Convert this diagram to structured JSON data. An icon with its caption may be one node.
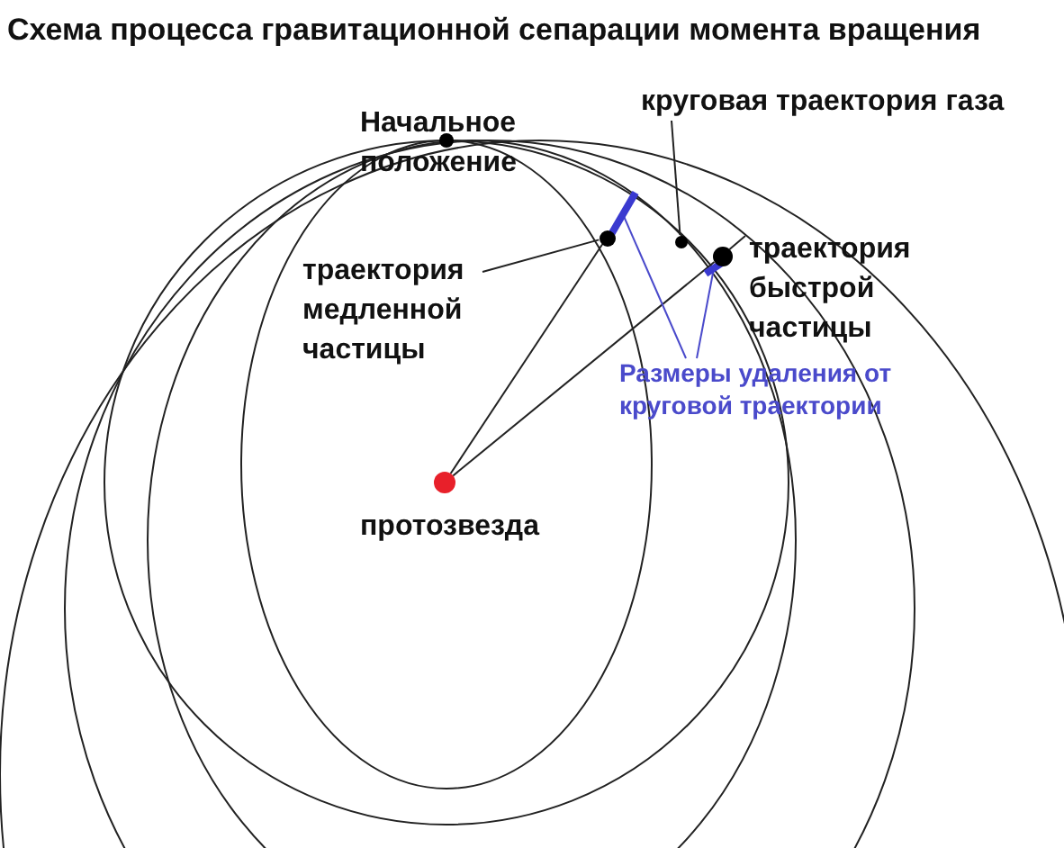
{
  "diagram": {
    "title": "Схема процесса гравитационной сепарации момента вращения",
    "nodes": [
      {
        "text": [],
        "shape": "circle",
        "beside": [
          "протозвезда"
        ]
      },
      {
        "text": [],
        "shape": "circle"
      },
      {
        "text": [],
        "shape": "circle"
      },
      {
        "text": [],
        "shape": "circle"
      },
      {
        "text": [],
        "shape": "circle",
        "beside": [
          "Начальное положение"
        ]
      },
      {
        "text": [
          "траектория медленной частицы"
        ]
      },
      {
        "text": [
          "круговая траектория газа"
        ]
      },
      {
        "text": [
          "траектория быстрой частицы"
        ]
      },
      {
        "text": [
          "Размеры удаления от круговой траектории"
        ]
      },
      {
        "text": [],
        "shape": "bar"
      },
      {
        "text": [],
        "shape": "bar"
      }
    ],
    "edges": [
      {
        "from": 0,
        "to": 1,
        "arrow": "none"
      },
      {
        "from": 0,
        "to": 3,
        "arrow": "none"
      },
      {
        "from": 5,
        "to": 1,
        "arrow": "none"
      },
      {
        "from": 6,
        "to": 2,
        "arrow": "none"
      },
      {
        "from": 7,
        "to": 3,
        "arrow": "none"
      },
      {
        "from": 8,
        "to": 9,
        "arrow": "none",
        "color": "#4a4acb"
      },
      {
        "from": 8,
        "to": 10,
        "arrow": "none",
        "color": "#4a4acb"
      }
    ]
  }
}
